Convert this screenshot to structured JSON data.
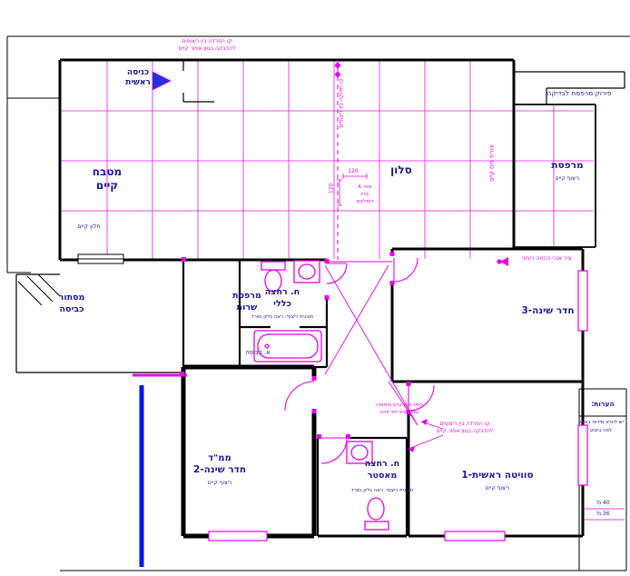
{
  "drawing": {
    "type": "architectural-floor-plan",
    "language": "he"
  },
  "colors": {
    "plan_magenta": "#e800e8",
    "wall_black": "#000000",
    "label_blue": "#1a1a99",
    "utility_blue": "#0018e8"
  },
  "labels": {
    "entrance_l1": "כניסה",
    "entrance_l2": "ראשית",
    "top_note_l1": "קו הפרדה בין ריצופים",
    "top_note_l2": "להדבקה בגוון אפור קיים",
    "balcony_check": "פירוק מרפסת לבדיקה",
    "kitchen_l1": "מטבח",
    "kitchen_l2": "קיים",
    "existing_window": "חלון קיים",
    "living_room": "סלון",
    "balcony": "מרפסת",
    "balcony_floor": "ריצוף קיים",
    "water_pipes": "צנרת מים קיים",
    "tile_divider": "קו חלוקה בין ריצופים",
    "dim_120_h": "120",
    "dim_120_v": "120",
    "area_l1": "אזור A",
    "area_l2": "בניו",
    "area_l3": "דופלקס",
    "axis_note": "ציר אנכי ההזזה רעיוני",
    "bedroom3": "חדר שינה-3",
    "laundry_l1": "מסתור",
    "laundry_l2": "כביסה",
    "service_l1": "מרפסת",
    "service_l2": "שרות",
    "bath_general_l1": "ח. רחצה",
    "bath_general_l2": "כללי",
    "flooring_plan_note": "תוכנית ריצוף- ראה גליון נפרד",
    "laundry_area": "א. כביסה",
    "cladding_l1": "חיפוי אבן קיים ומחופה",
    "cladding_l2": "גמר חדש לפי פרט",
    "br_note_l1": "קו הפרדה בין ריצופים",
    "br_note_l2": "להדבקה בגוון אפור קיים",
    "mamad": "ממ\"ד",
    "bedroom2": "חדר שינה-2",
    "bedroom2_floor": "ריצוף קיים",
    "bath_master_l1": "ח. רחצה",
    "bath_master_l2": "מאסטר",
    "master_note": "תוכנית ריצוף- ראה גליון נפרד",
    "suite": "סוויטה ראשית-1",
    "suite_floor": "ריצוף קיים",
    "notes_title": "הערות:",
    "note_1": "יש לוודא מידות באתר",
    "note_2": "לפני ביצוע",
    "dim_40": "40 מ'",
    "dim_36": "36 מ'"
  }
}
